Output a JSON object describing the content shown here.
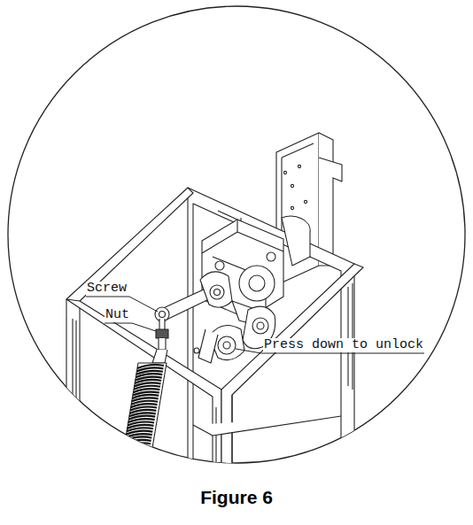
{
  "diagram": {
    "caption": "Figure 6",
    "labels": [
      "Screw",
      "Nut",
      "Press down to unlock"
    ]
  }
}
